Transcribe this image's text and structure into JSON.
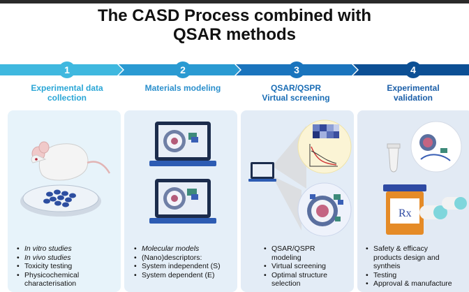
{
  "title_line1": "The CASD Process combined with",
  "title_line2": "QSAR methods",
  "colors": {
    "step1": "#3fb8df",
    "step2": "#2a9ad2",
    "step3": "#1a74bd",
    "step4": "#0c4f94"
  },
  "steps": [
    {
      "num": "1",
      "line1": "Experimental data",
      "line2": "collection"
    },
    {
      "num": "2",
      "line1": "Materials modeling",
      "line2": ""
    },
    {
      "num": "3",
      "line1": "QSAR/QSPR",
      "line2": "Virtual screening"
    },
    {
      "num": "4",
      "line1": "Experimental",
      "line2": "validation"
    }
  ],
  "panel1": {
    "items": [
      "In vitro studies",
      "In vivo studies",
      "Toxicity testing",
      "Physicochemical",
      "characterisation"
    ]
  },
  "panel2": {
    "items": [
      "Molecular models",
      "(Nano)descriptors:",
      "System independent (S)",
      "System dependent (E)"
    ]
  },
  "panel3": {
    "items": [
      "QSAR/QSPR",
      "modeling",
      "Virtual screening",
      "Optimal structure",
      "selection"
    ]
  },
  "panel4": {
    "items": [
      "Safety & efficacy",
      "products design and",
      "syntheis",
      "Testing",
      "Approval & manufacture"
    ]
  },
  "panel4_bottle_label": "Rx"
}
